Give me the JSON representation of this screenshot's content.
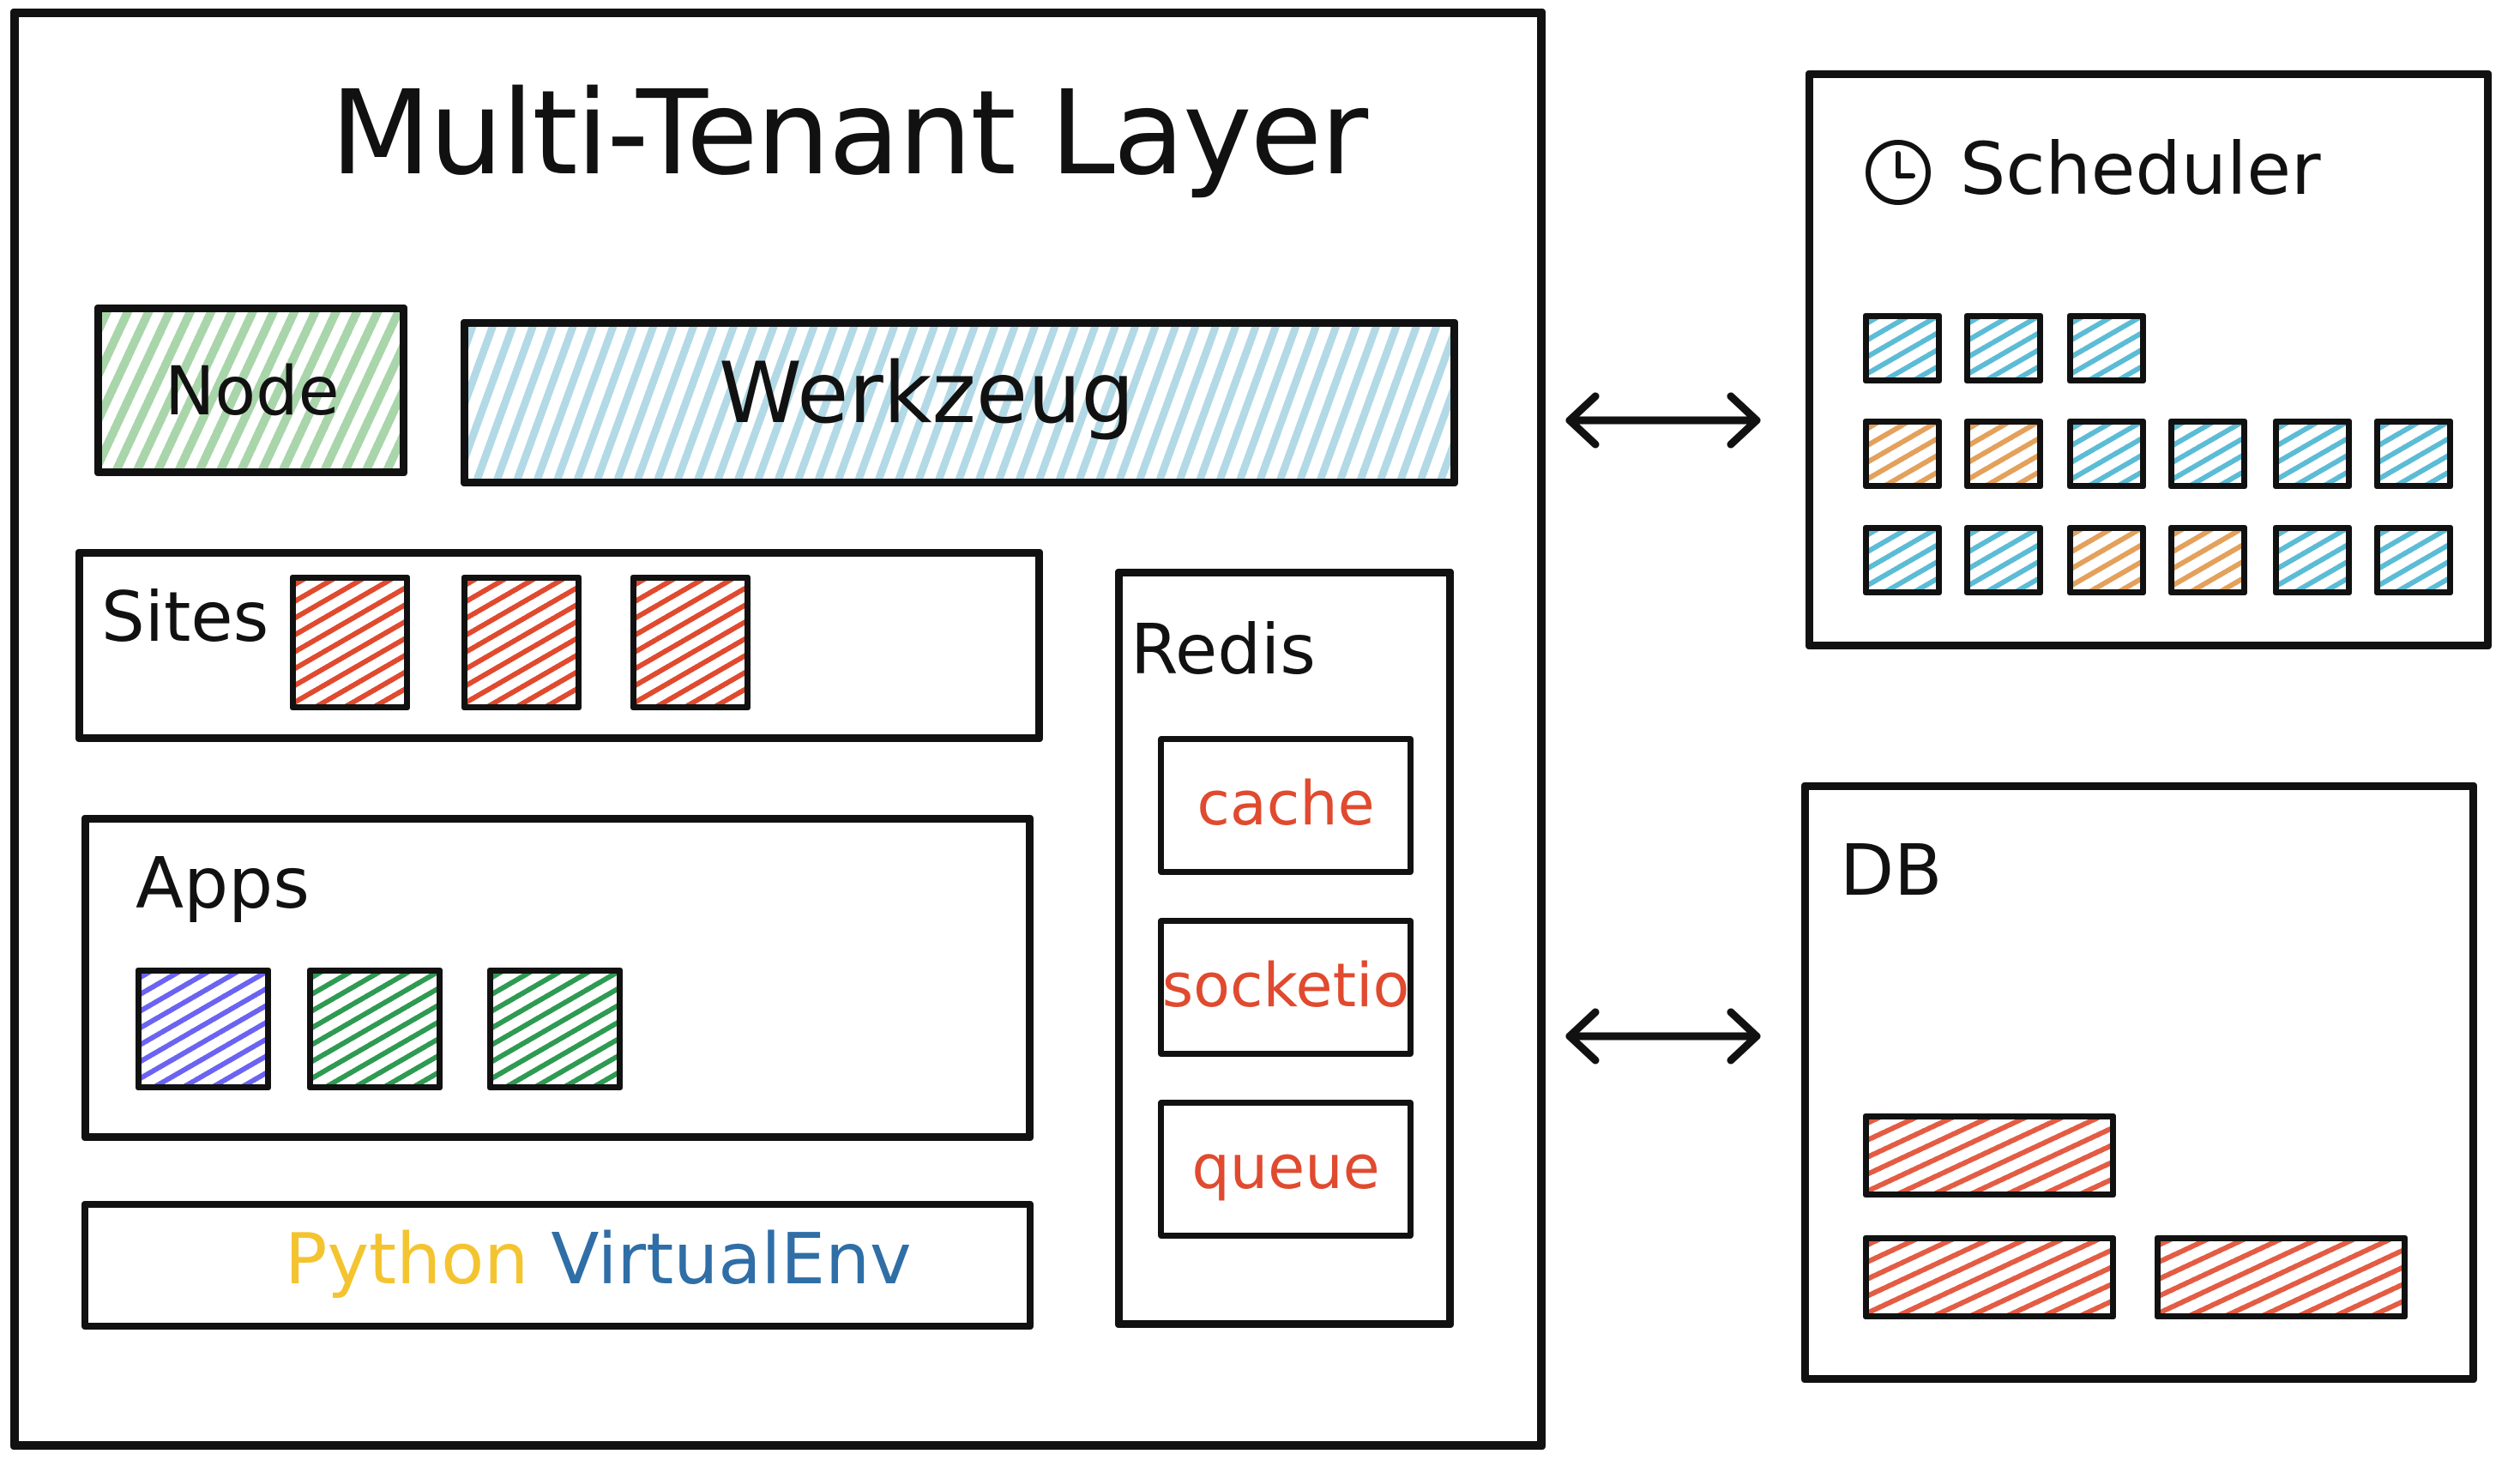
{
  "multi_tenant": {
    "title": "Multi-Tenant Layer",
    "node": "Node",
    "werkzeug": "Werkzeug",
    "sites": {
      "label": "Sites",
      "colors": [
        "#e04a2f",
        "#e04a2f",
        "#e04a2f"
      ]
    },
    "apps": {
      "label": "Apps",
      "colors": [
        "#6b63f2",
        "#2e9a52",
        "#2e9a52"
      ]
    },
    "python_venv": {
      "python": "Python",
      "virtualenv": "VirtualEnv"
    },
    "redis": {
      "label": "Redis",
      "items": [
        "cache",
        "socketio",
        "queue"
      ]
    }
  },
  "scheduler": {
    "title": "Scheduler",
    "icon": "clock-icon",
    "rows": [
      [
        "blue",
        "blue",
        "blue"
      ],
      [
        "orange",
        "orange",
        "blue",
        "blue",
        "blue",
        "blue"
      ],
      [
        "blue",
        "blue",
        "orange",
        "orange",
        "blue",
        "blue"
      ]
    ]
  },
  "db": {
    "title": "DB"
  },
  "colors": {
    "node_green": "#8cc78d",
    "werkzeug_blue": "#9fd0df",
    "red": "#e04a2f",
    "blue": "#5cbcd6",
    "orange": "#e3a15c",
    "python_yellow": "#f4c430",
    "virtualenv_blue": "#2f6ea6"
  }
}
